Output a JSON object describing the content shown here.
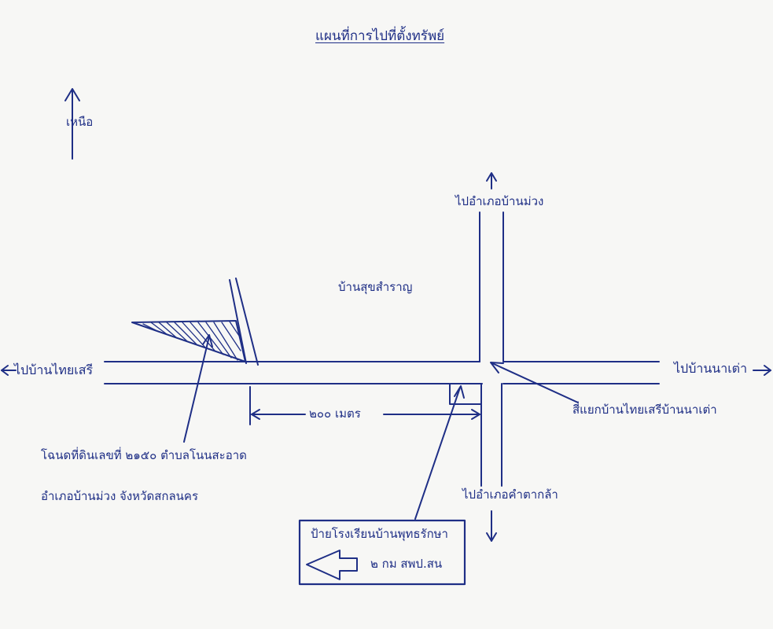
{
  "map": {
    "title": "แผนที่การไปที่ตั้งทรัพย์",
    "north_label": "เหนือ",
    "road_labels": {
      "north": "ไปอำเภอบ้านม่วง",
      "south": "ไปอำเภอคำตากล้า",
      "west": "ไปบ้านไทยเสรี",
      "east": "ไปบ้านนาเต่า"
    },
    "village_label": "บ้านสุขสำราญ",
    "intersection_label": "สี่แยกบ้านไทยเสรีบ้านนาเต่า",
    "distance_label": "๒๐๐ เมตร",
    "parcel": {
      "line1": "โฉนดที่ดินเลขที่ ๒๑๕๐ ตำบลโนนสะอาด",
      "line2": "อำเภอบ้านม่วง   จังหวัดสกลนคร"
    },
    "school_sign": {
      "name": "ป้ายโรงเรียนบ้านพุทธรักษา",
      "detail": "๒ กม  สพป.สน"
    },
    "colors": {
      "ink": "#1f2f86",
      "paper": "#f7f7f5"
    }
  }
}
